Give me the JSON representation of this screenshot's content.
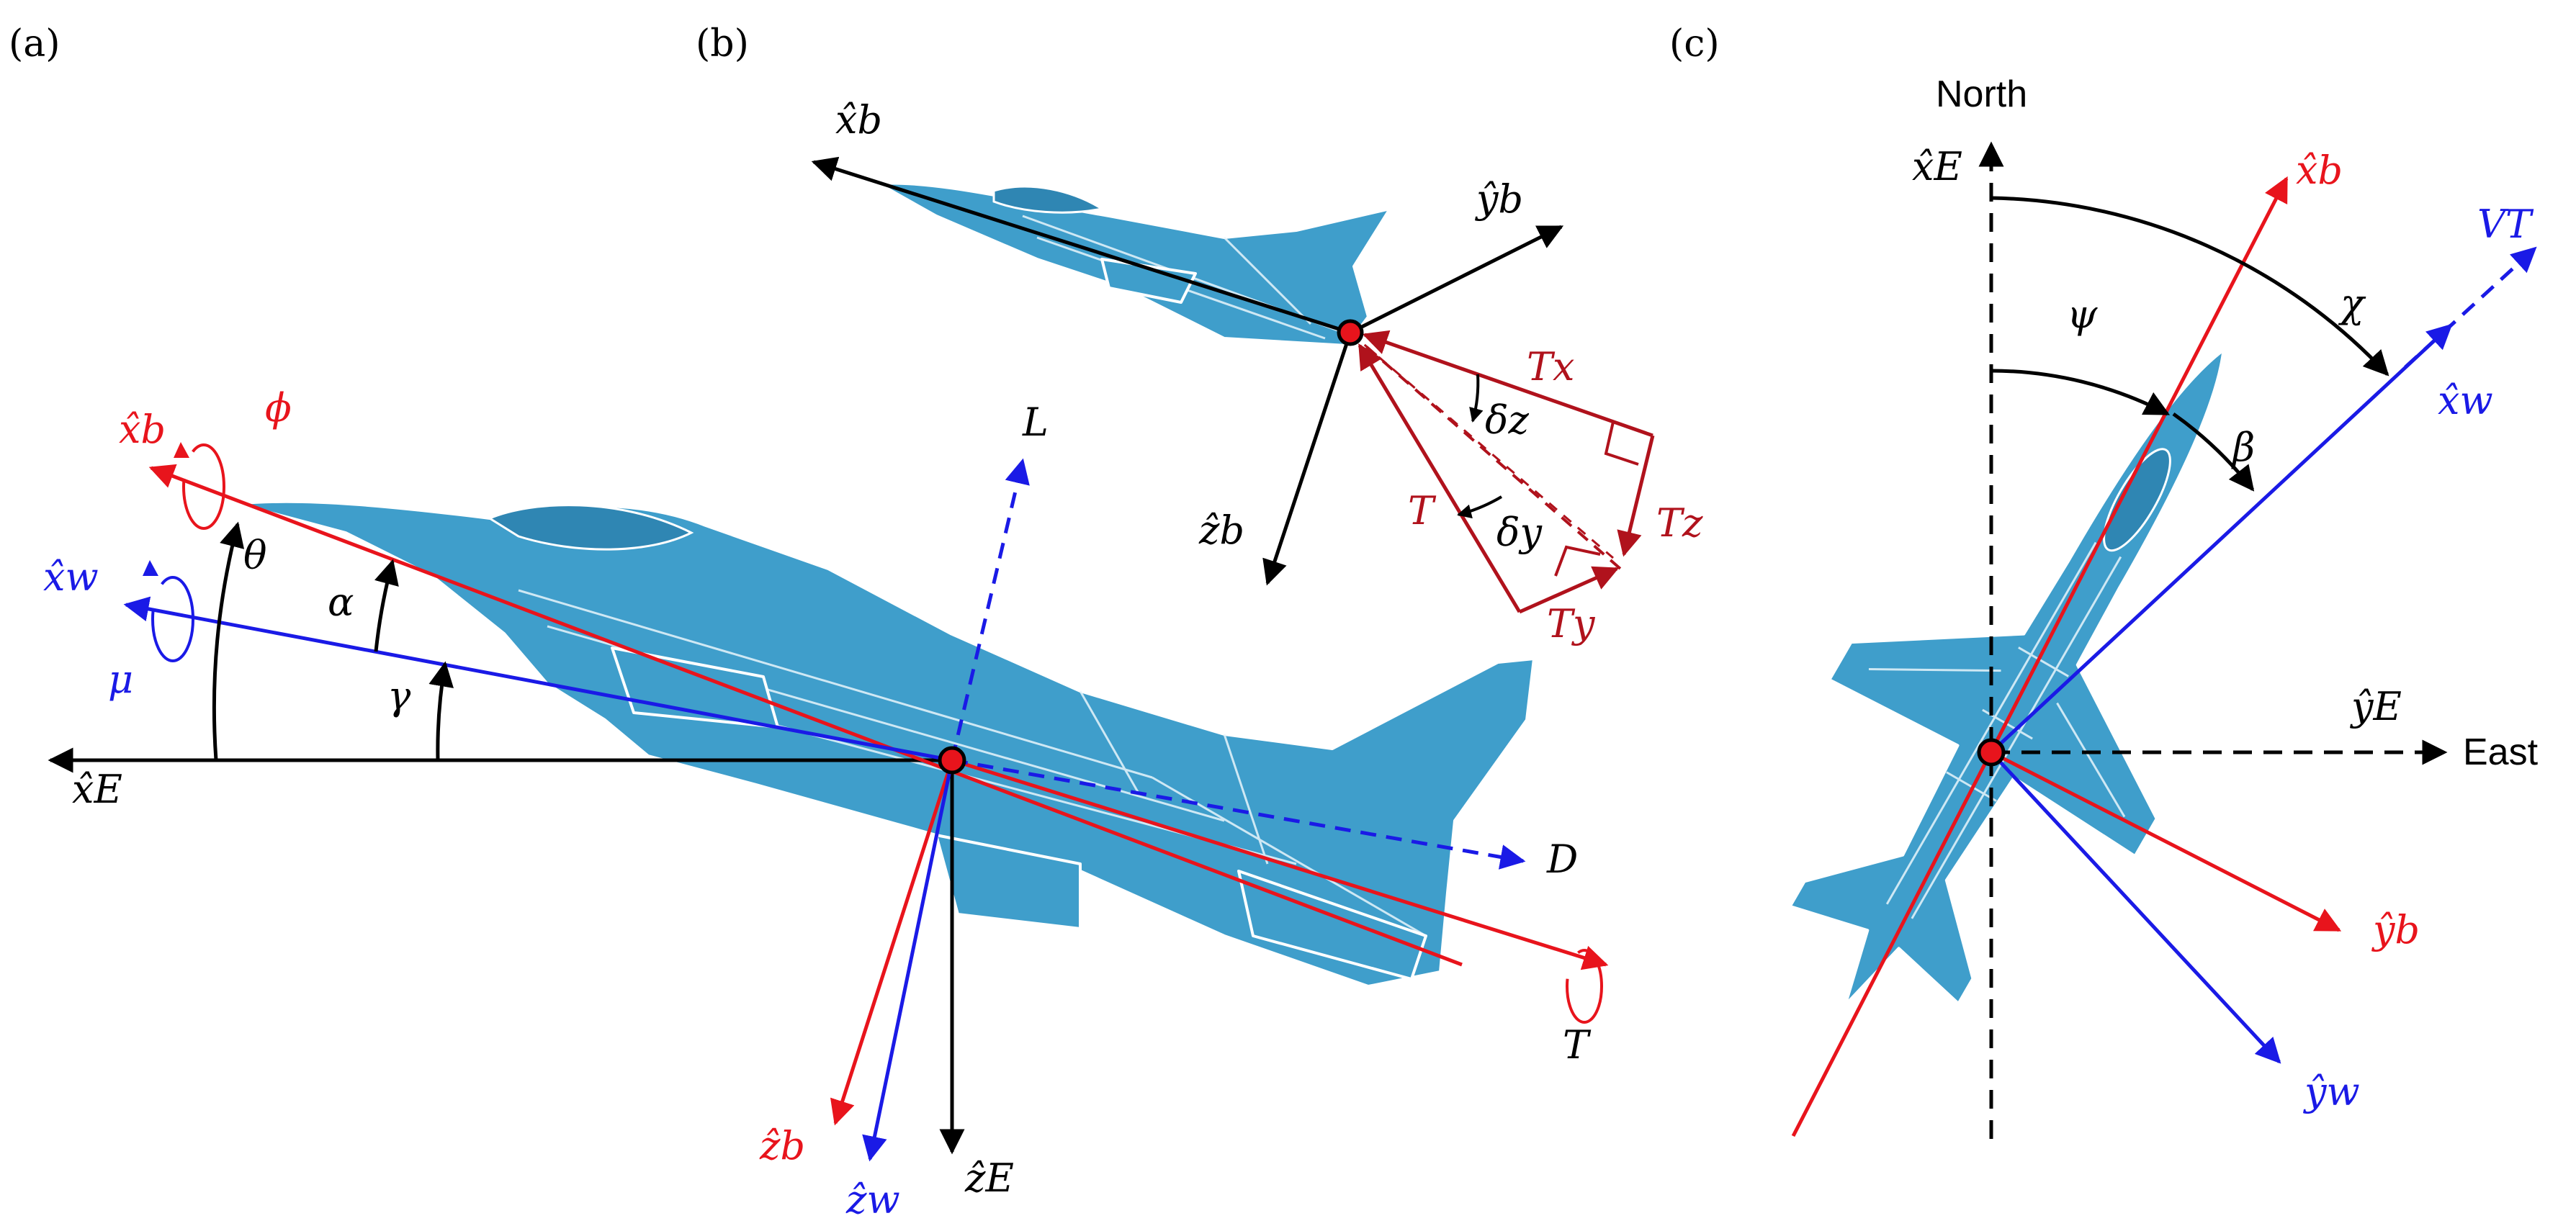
{
  "colors": {
    "body_axes": "#e8141c",
    "wind_axes": "#1a1ae6",
    "earth_axes": "#000000",
    "thrust": "#b0121c",
    "aircraft": "#3f9ecb",
    "cg_marker": "#e8141c"
  },
  "panels": {
    "a": {
      "tag": "(a)",
      "labels": {
        "xb": "x̂b",
        "xw": "x̂w",
        "xE": "x̂E",
        "zb": "ẑb",
        "zw": "ẑw",
        "zE": "ẑE",
        "phi": "ϕ",
        "mu": "μ",
        "theta": "θ",
        "alpha": "α",
        "gamma": "γ",
        "L": "L",
        "D": "D",
        "T": "T"
      }
    },
    "b": {
      "tag": "(b)",
      "labels": {
        "xb": "x̂b",
        "yb": "ŷb",
        "zb": "ẑb",
        "Tx": "Tx",
        "Ty": "Ty",
        "Tz": "Tz",
        "T": "T",
        "delta_z": "δz",
        "delta_y": "δy"
      }
    },
    "c": {
      "tag": "(c)",
      "labels": {
        "north": "North",
        "east": "East",
        "xE": "x̂E",
        "yE": "ŷE",
        "xb": "x̂b",
        "yb": "ŷb",
        "xw": "x̂w",
        "yw": "ŷw",
        "VT": "VT",
        "psi": "ψ",
        "chi": "χ",
        "beta": "β"
      }
    }
  }
}
